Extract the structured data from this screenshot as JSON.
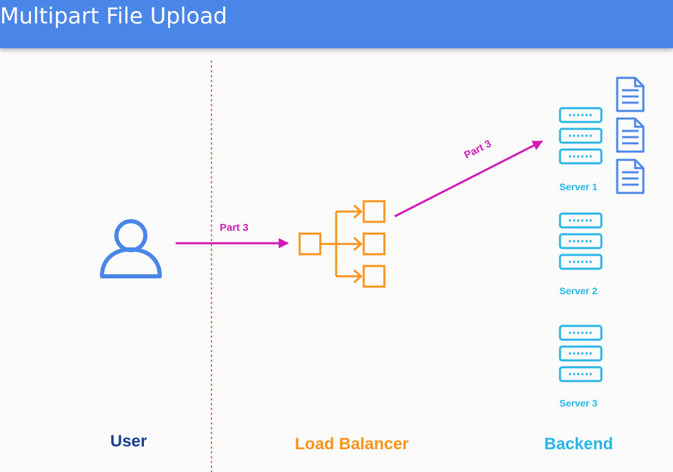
{
  "header": {
    "title": "Multipart File Upload"
  },
  "columns": {
    "user": "User",
    "load_balancer": "Load Balancer",
    "backend": "Backend"
  },
  "servers": [
    "Server 1",
    "Server 2",
    "Server 3"
  ],
  "arrows": {
    "user_to_lb": "Part 3",
    "lb_to_server": "Part 3"
  },
  "colors": {
    "header_bg": "#4a86e8",
    "user": "#4a86e8",
    "user_label": "#1b3f8f",
    "load_balancer": "#f7941d",
    "server": "#29b6e6",
    "document": "#4a86e8",
    "arrow": "#d21ab3",
    "divider": "#e06666"
  },
  "icons": {
    "user": "user-icon",
    "load_balancer": "load-balancer-icon",
    "server": "server-icon",
    "document": "document-icon"
  }
}
